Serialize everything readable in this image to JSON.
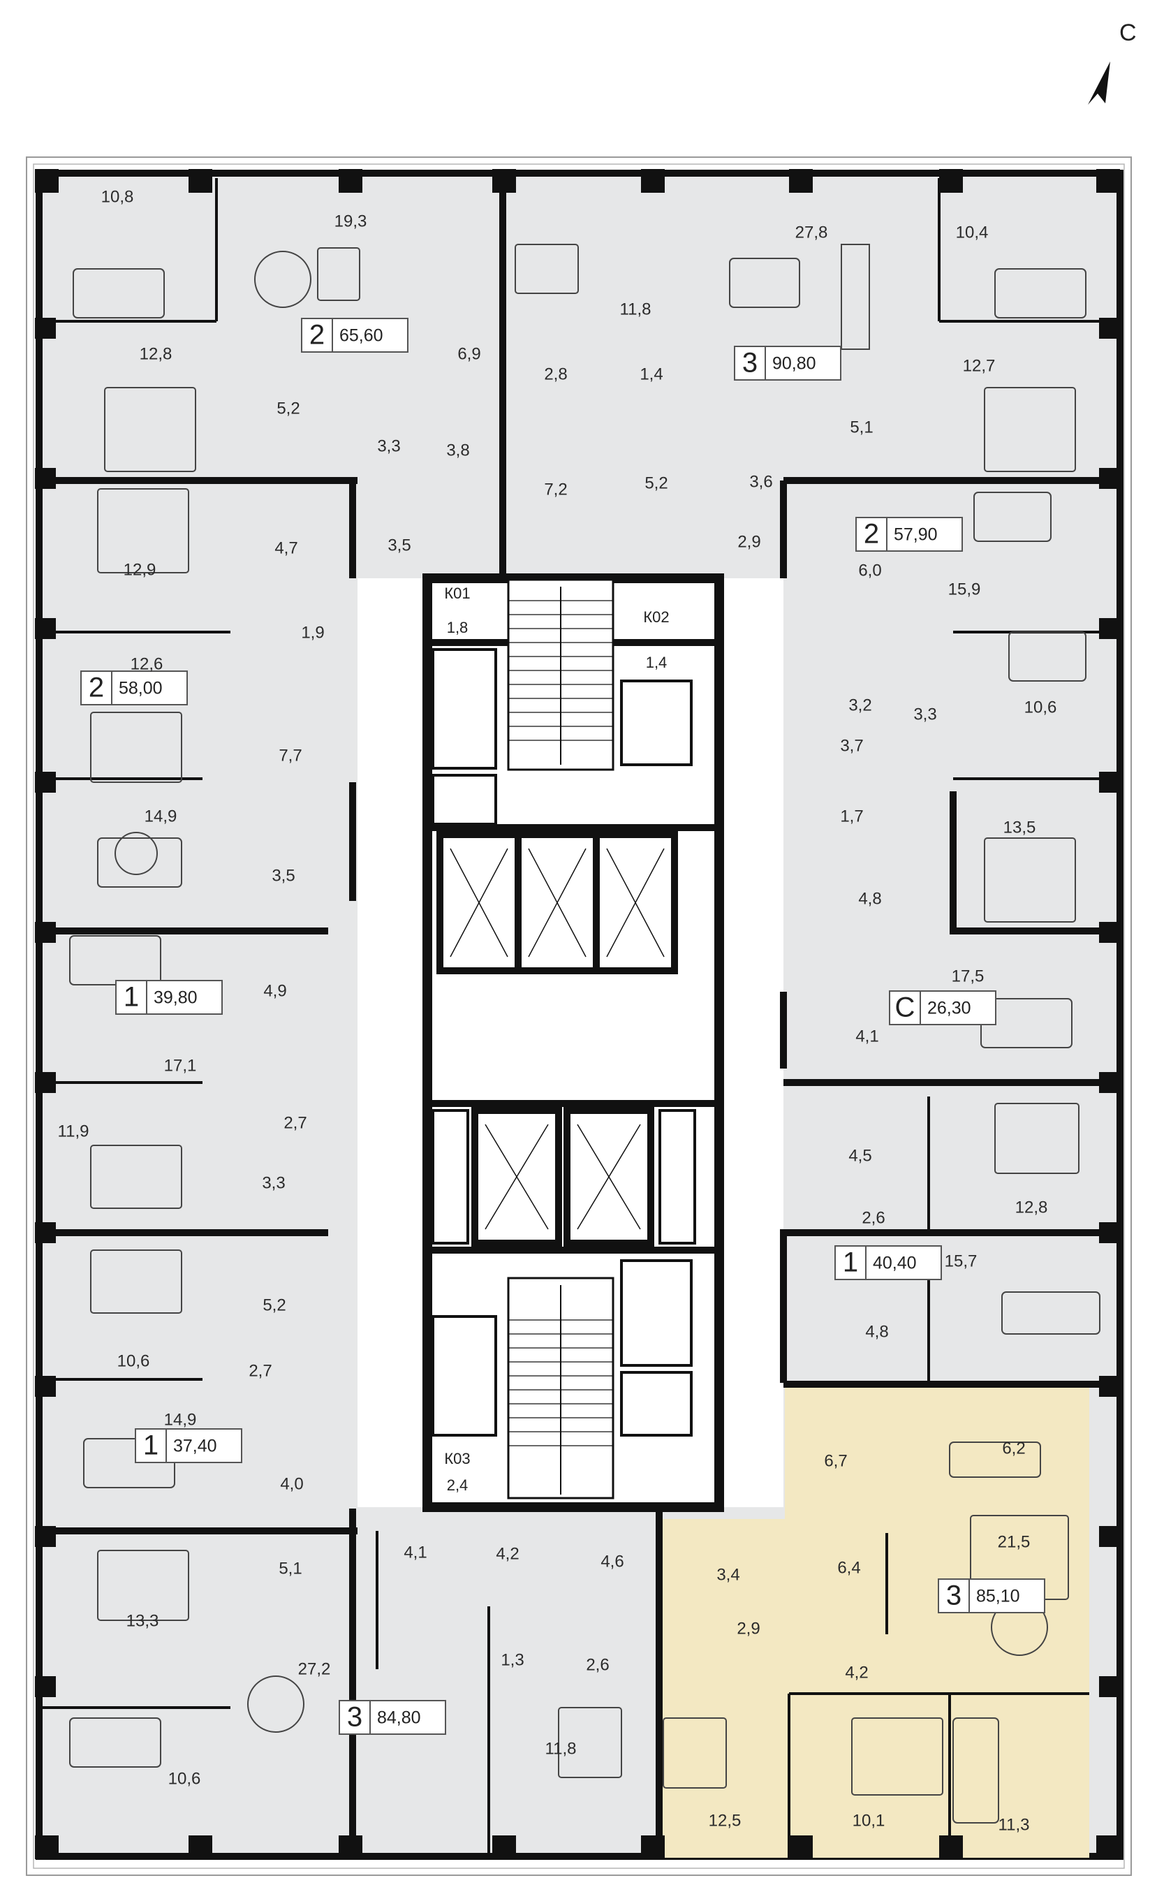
{
  "compass": {
    "letter": "С"
  },
  "colors": {
    "floor": "#e6e7e8",
    "wall": "#111111",
    "highlight": "#f3e8c2",
    "furniture": "#444444"
  },
  "units": [
    {
      "id": "u2-65",
      "rooms": "2",
      "area": "65,60"
    },
    {
      "id": "u3-90",
      "rooms": "3",
      "area": "90,80"
    },
    {
      "id": "u2-57",
      "rooms": "2",
      "area": "57,90"
    },
    {
      "id": "u2-58",
      "rooms": "2",
      "area": "58,00"
    },
    {
      "id": "u1-39",
      "rooms": "1",
      "area": "39,80"
    },
    {
      "id": "uc-26",
      "rooms": "С",
      "area": "26,30"
    },
    {
      "id": "u1-40",
      "rooms": "1",
      "area": "40,40"
    },
    {
      "id": "u1-37",
      "rooms": "1",
      "area": "37,40"
    },
    {
      "id": "u3-85",
      "rooms": "3",
      "area": "85,10",
      "highlighted": true
    },
    {
      "id": "u3-84",
      "rooms": "3",
      "area": "84,80"
    }
  ],
  "core": [
    {
      "code": "К01",
      "area": "1,8"
    },
    {
      "code": "К02",
      "area": "1,4"
    },
    {
      "code": "К03",
      "area": "2,4"
    }
  ],
  "room_areas": [
    "10,8",
    "19,3",
    "6,9",
    "11,8",
    "27,8",
    "10,4",
    "12,8",
    "5,2",
    "3,3",
    "3,8",
    "2,8",
    "1,4",
    "7,2",
    "5,2",
    "3,6",
    "12,7",
    "5,1",
    "12,9",
    "4,7",
    "3,5",
    "2,9",
    "6,0",
    "15,9",
    "1,9",
    "12,6",
    "7,7",
    "3,2",
    "3,3",
    "10,6",
    "3,7",
    "1,7",
    "14,9",
    "13,5",
    "3,5",
    "4,8",
    "4,9",
    "17,5",
    "17,1",
    "4,1",
    "11,9",
    "2,7",
    "3,3",
    "4,5",
    "2,6",
    "12,8",
    "15,7",
    "5,2",
    "10,6",
    "2,7",
    "4,8",
    "14,9",
    "6,7",
    "6,2",
    "4,0",
    "21,5",
    "5,1",
    "4,1",
    "4,2",
    "4,6",
    "3,4",
    "6,4",
    "13,3",
    "1,3",
    "2,6",
    "2,9",
    "4,2",
    "27,2",
    "11,8",
    "10,6",
    "12,5",
    "10,1",
    "11,3"
  ]
}
